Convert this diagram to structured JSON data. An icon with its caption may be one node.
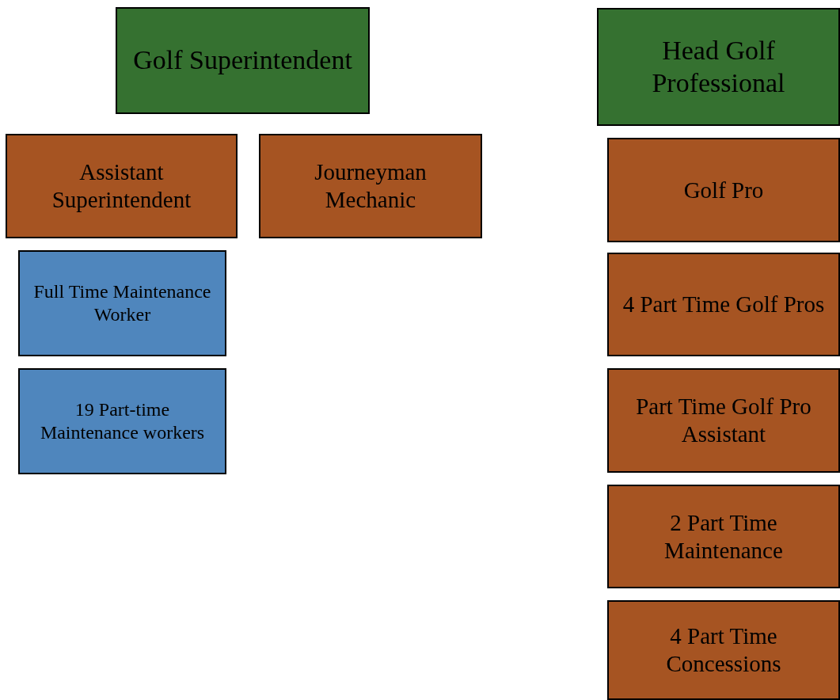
{
  "diagram": {
    "nodes": [
      {
        "text": [
          "Golf Superintendent"
        ]
      },
      {
        "text": [
          "Assistant Superintendent"
        ]
      },
      {
        "text": [
          "Journeyman Mechanic"
        ]
      },
      {
        "text": [
          "Full Time Maintenance Worker"
        ]
      },
      {
        "text": [
          "19 Part-time Maintenance workers"
        ]
      },
      {
        "text": [
          "Head Golf Professional"
        ]
      },
      {
        "text": [
          "Golf Pro"
        ]
      },
      {
        "text": [
          "4 Part Time Golf Pros"
        ]
      },
      {
        "text": [
          "Part Time Golf Pro Assistant"
        ]
      },
      {
        "text": [
          "2 Part Time Maintenance"
        ]
      },
      {
        "text": [
          "4 Part Time Concessions"
        ]
      }
    ]
  }
}
